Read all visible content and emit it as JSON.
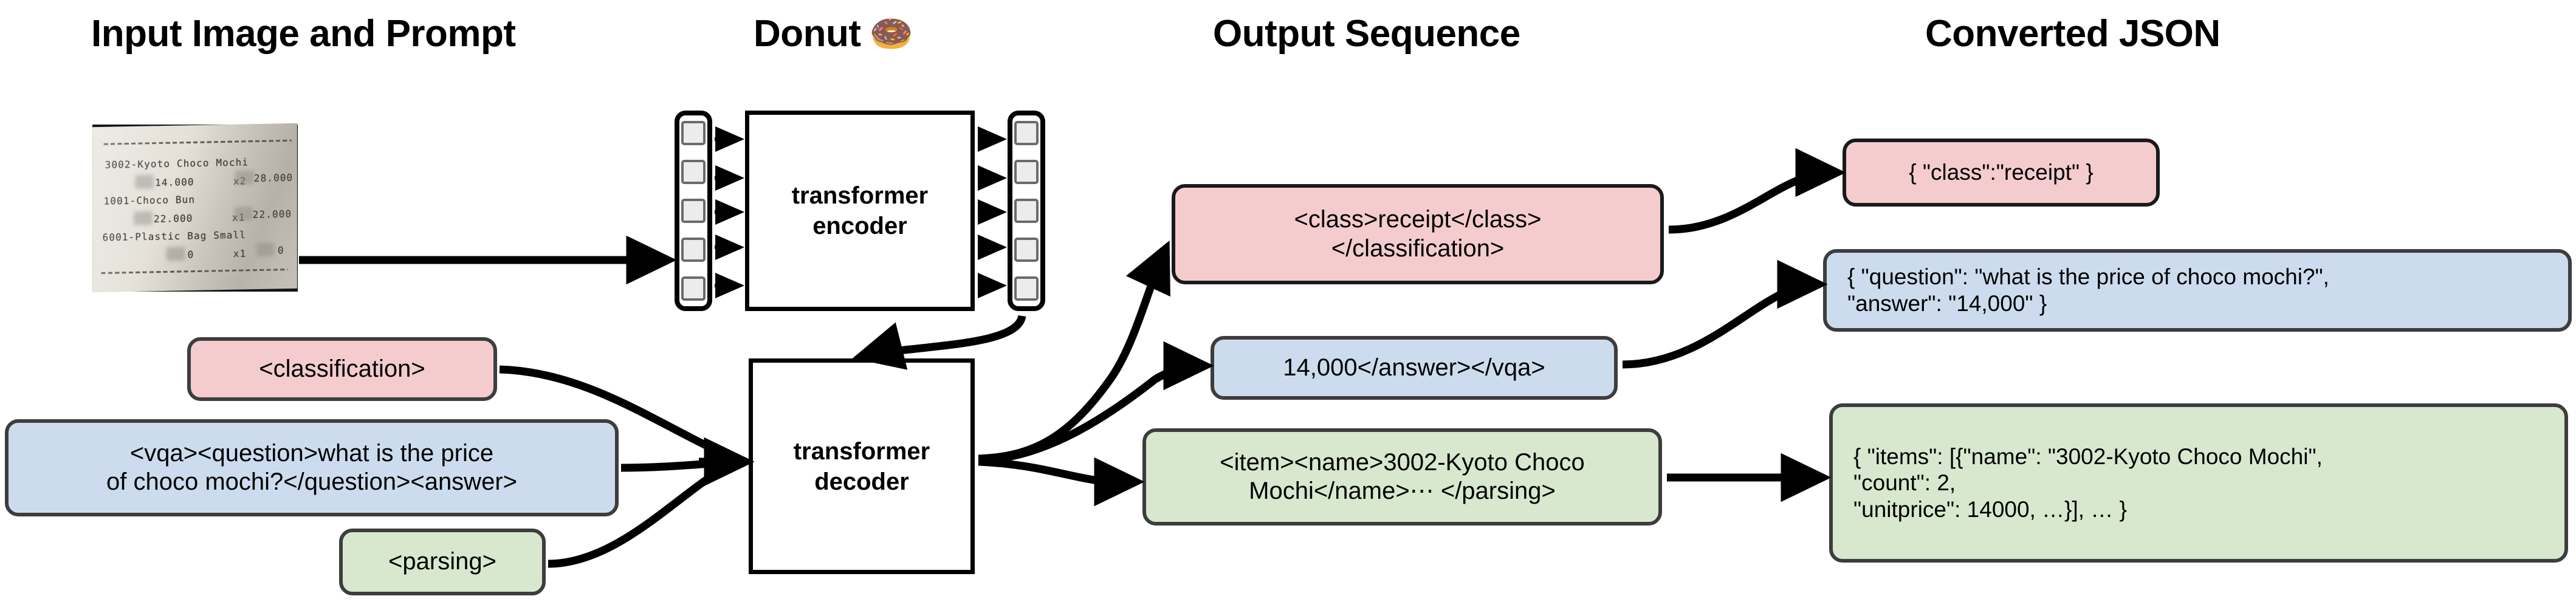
{
  "columns": {
    "input": "Input Image and Prompt",
    "model": "Donut",
    "model_emoji": "🍩",
    "output": "Output Sequence",
    "json": "Converted JSON"
  },
  "receipt": {
    "lines": [
      {
        "text": "3002-Kyoto Choco Mochi"
      },
      {
        "text": "14.000      x2",
        "right": "28.000"
      },
      {
        "text": "1001-Choco Bun"
      },
      {
        "text": "22.000      x1",
        "right": "22.000"
      },
      {
        "text": "6001-Plastic Bag Small"
      },
      {
        "text": "0      x1",
        "right": "0"
      }
    ]
  },
  "model": {
    "encoder_label": "transformer\nencoder",
    "decoder_label": "transformer\ndecoder",
    "encoder_input_tokens": 5,
    "encoder_output_tokens": 5
  },
  "prompts": [
    {
      "id": "classification",
      "text": "<classification>",
      "color": "#f4ccce"
    },
    {
      "id": "vqa",
      "text": "<vqa><question>what is the price\nof choco mochi?</question><answer>",
      "color": "#ccdcee"
    },
    {
      "id": "parsing",
      "text": "<parsing>",
      "color": "#d7e8cf"
    }
  ],
  "outputs": [
    {
      "id": "classification-output",
      "text": "<class>receipt</class>\n</classification>",
      "color": "#f4ccce"
    },
    {
      "id": "vqa-output",
      "text": "14,000</answer></vqa>",
      "color": "#ccdcee"
    },
    {
      "id": "parsing-output",
      "text": "<item><name>3002-Kyoto Choco\nMochi</name>⋯ </parsing>",
      "color": "#d7e8cf"
    }
  ],
  "json_results": [
    {
      "id": "classification-json",
      "text": "{ \"class\":\"receipt\" }",
      "color": "#f4ccce"
    },
    {
      "id": "vqa-json",
      "text": "{ \"question\": \"what is the price of choco mochi?\",\n   \"answer\": \"14,000\" }",
      "color": "#ccdcee"
    },
    {
      "id": "parsing-json",
      "text": "{ \"items\": [{\"name\": \"3002-Kyoto Choco Mochi\",\n     \"count\": 2,\n     \"unitprice\": 14000, …}], … }",
      "color": "#d7e8cf"
    }
  ],
  "colors": {
    "pink": "#f4ccce",
    "blue": "#ccdcee",
    "green": "#d7e8cf",
    "stroke_dark": "#3d3d3d",
    "stroke_black": "#1a1a1a"
  }
}
